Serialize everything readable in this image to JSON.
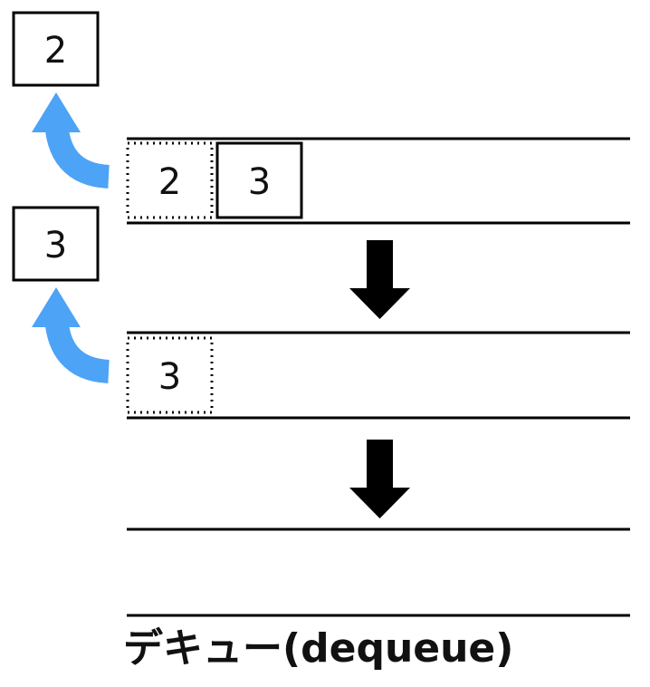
{
  "popped_values": [
    "2",
    "3"
  ],
  "states": [
    {
      "removed": "2",
      "remaining": [
        "3"
      ]
    },
    {
      "removed": "3",
      "remaining": []
    },
    {
      "removed": "",
      "remaining": []
    }
  ],
  "caption": "デキュー(dequeue)",
  "colors": {
    "line": "#000000",
    "arrow": "#000000",
    "pop_arrow": "#4da3f5",
    "text": "#111111"
  }
}
